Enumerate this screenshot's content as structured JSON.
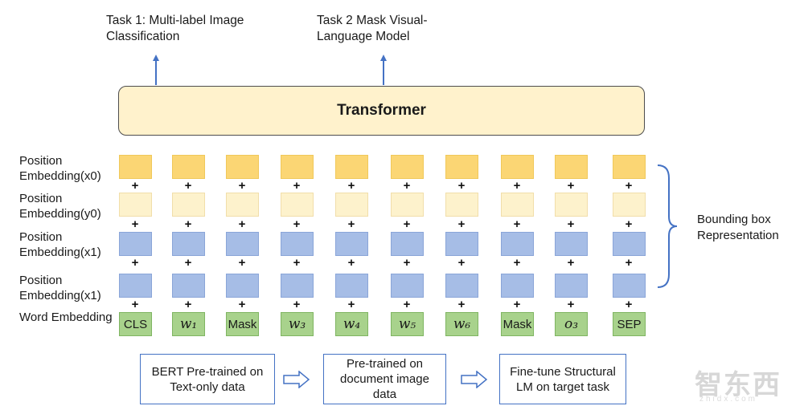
{
  "tasks": {
    "task1": "Task 1: Multi-label Image Classification",
    "task2": "Task 2 Mask Visual-Language Model"
  },
  "transformer": {
    "label": "Transformer"
  },
  "row_labels": [
    "Position Embedding(x0)",
    "Position Embedding(y0)",
    "Position Embedding(x1)",
    "Position Embedding(x1)",
    "Word Embedding"
  ],
  "plus_symbol": "+",
  "word_tokens": [
    "CLS",
    "w₁",
    "Mask",
    "w₃",
    "w₄",
    "w₅",
    "w₆",
    "Mask",
    "o₃",
    "SEP"
  ],
  "bounding_box_label": "Bounding box Representation",
  "pipeline": [
    "BERT Pre-trained on Text-only data",
    "Pre-trained on document image data",
    "Fine-tune Structural LM on target task"
  ],
  "watermark": "智东西",
  "colors": {
    "position_x0": "#fbd674",
    "position_y0": "#fdf2cc",
    "position_x1": "#a6bde6",
    "word": "#a8d28c",
    "transformer_bg": "#fff2cc",
    "accent": "#4472c4"
  }
}
